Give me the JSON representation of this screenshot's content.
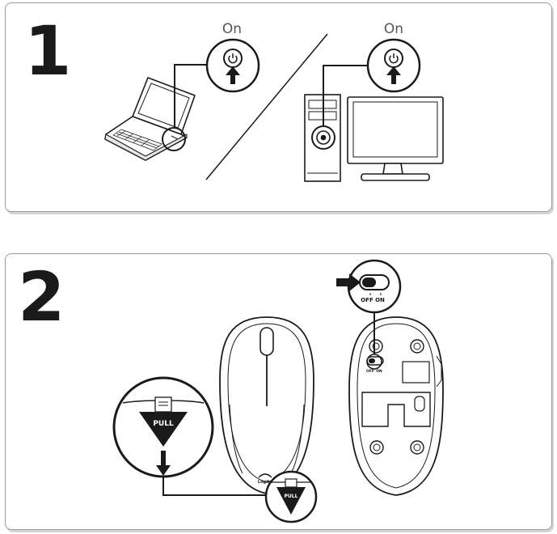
{
  "step1": {
    "number": "1",
    "on_label_laptop": "On",
    "on_label_desktop": "On"
  },
  "step2": {
    "number": "2",
    "pull_label_large": "PULL",
    "pull_label_small": "PULL",
    "switch_off_label": "OFF",
    "switch_on_label": "ON",
    "small_switch_off_label": "OFF",
    "small_switch_on_label": "ON",
    "brand_label": "Logitech"
  },
  "colors": {
    "line": "#1a1a1a",
    "panel_border": "#9a9a9a",
    "label": "#555555"
  }
}
